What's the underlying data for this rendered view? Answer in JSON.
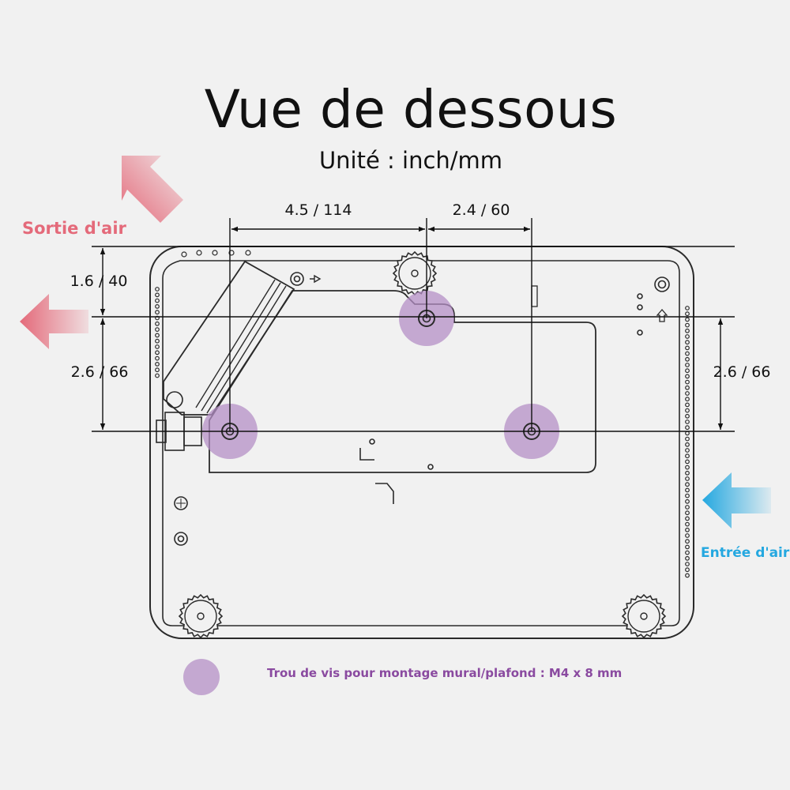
{
  "title": "Vue de dessous",
  "subtitle": "Unité : inch/mm",
  "dimensions": {
    "top_left": "4.5 / 114",
    "top_right": "2.4 / 60",
    "left_upper": "1.6 / 40",
    "left_lower": "2.6 / 66",
    "right": "2.6 / 66"
  },
  "air_outlet_label": "Sortie d'air",
  "air_inlet_label": "Entrée d'air",
  "legend_text": "Trou de vis pour montage mural/plafond : M4 x 8 mm",
  "colors": {
    "air_outlet": "#e46a7a",
    "air_inlet": "#25a8e0",
    "mount_hole": "#b48fc6",
    "legend_text": "#8a4aa0",
    "outline": "#2a2a2a"
  }
}
